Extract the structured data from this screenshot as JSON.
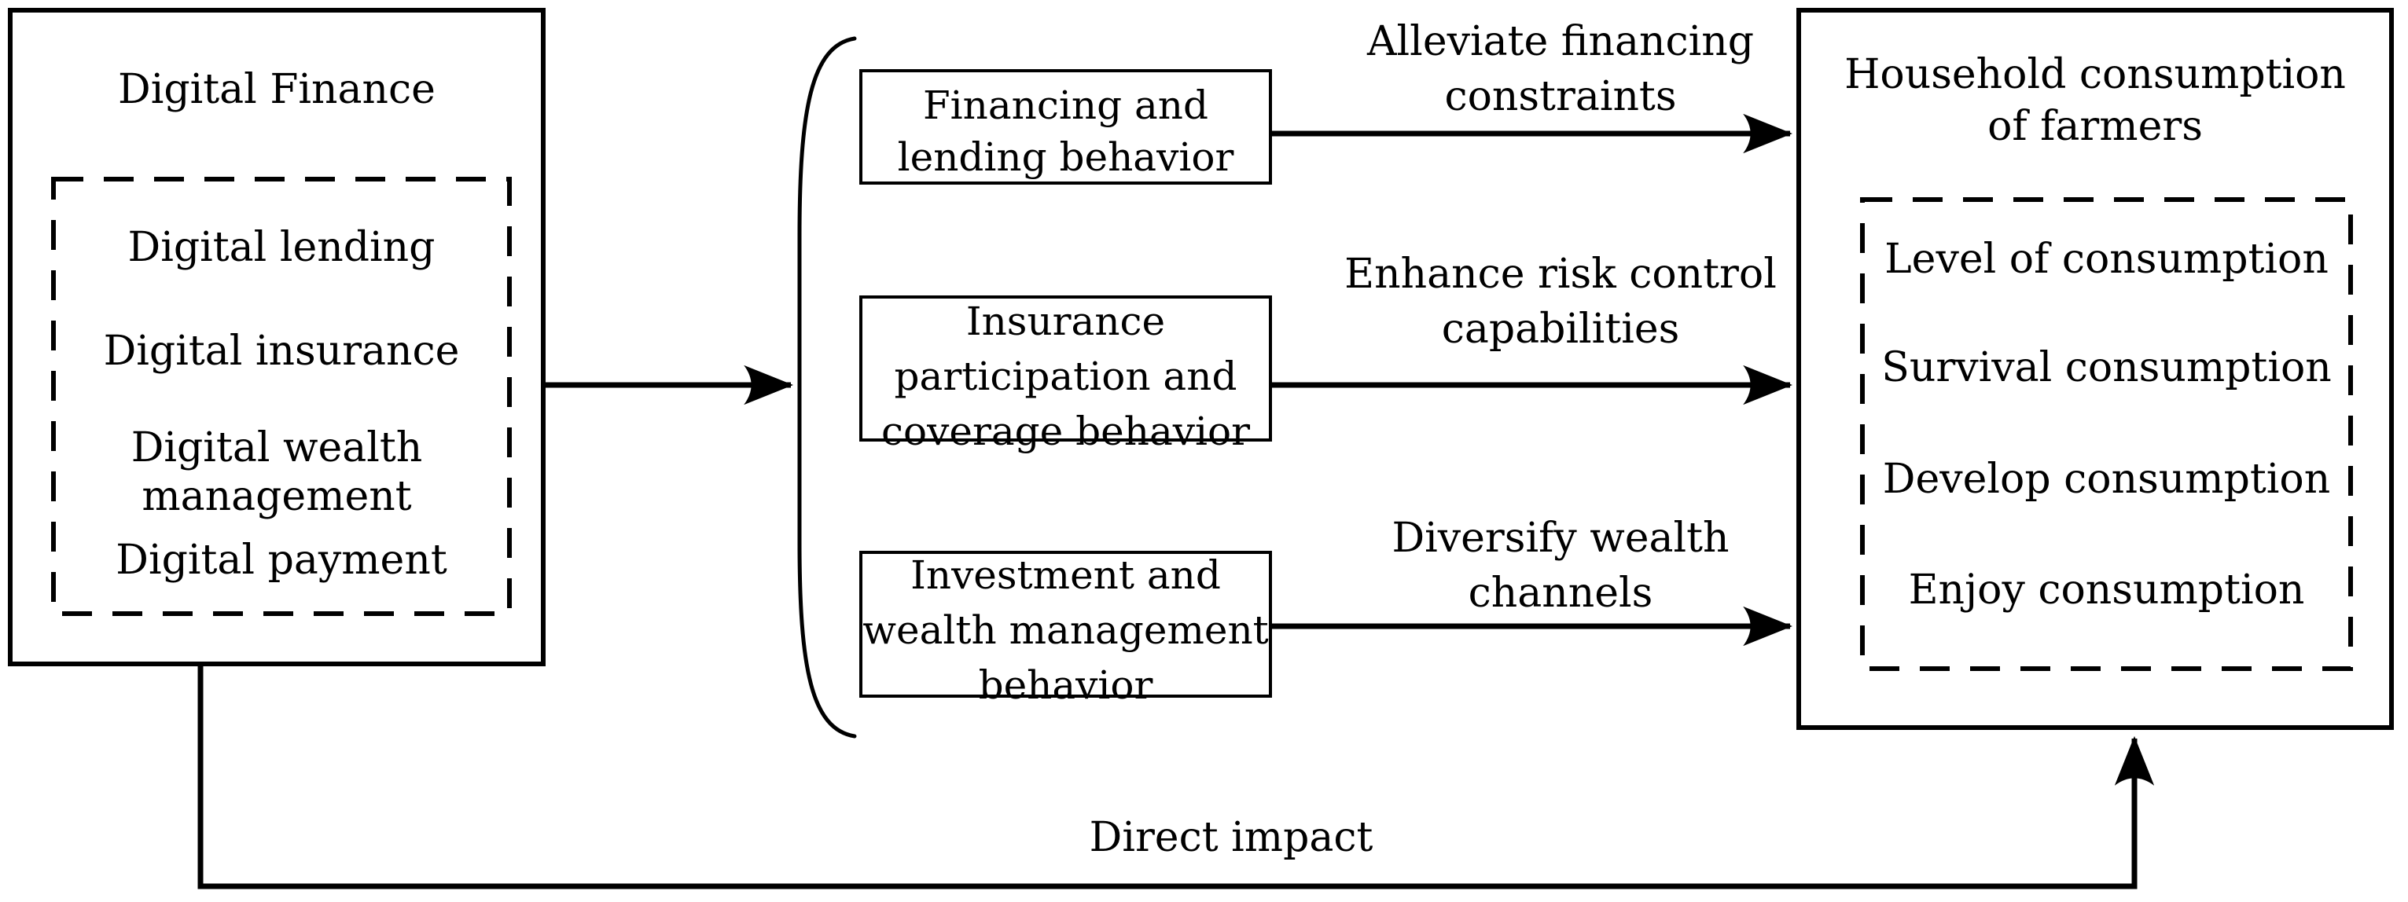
{
  "diagram": {
    "left_box": {
      "title": "Digital Finance",
      "items": [
        "Digital lending",
        "Digital insurance",
        "Digital wealth management",
        "Digital payment"
      ]
    },
    "mediators": [
      {
        "line1": "Financing and",
        "line2": "lending behavior",
        "line3": ""
      },
      {
        "line1": "Insurance",
        "line2": "participation and",
        "line3": "coverage behavior"
      },
      {
        "line1": "Investment and",
        "line2": "wealth management",
        "line3": "behavior"
      }
    ],
    "arrow_labels": [
      {
        "line1": "Alleviate financing",
        "line2": "constraints"
      },
      {
        "line1": "Enhance risk control",
        "line2": "capabilities"
      },
      {
        "line1": "Diversify wealth",
        "line2": "channels"
      }
    ],
    "right_box": {
      "title_line1": "Household consumption",
      "title_line2": "of farmers",
      "items": [
        "Level of consumption",
        "Survival consumption",
        "Develop consumption",
        "Enjoy consumption"
      ]
    },
    "bottom_label": "Direct impact",
    "colors": {
      "ink": "#000000",
      "background": "#ffffff"
    }
  }
}
